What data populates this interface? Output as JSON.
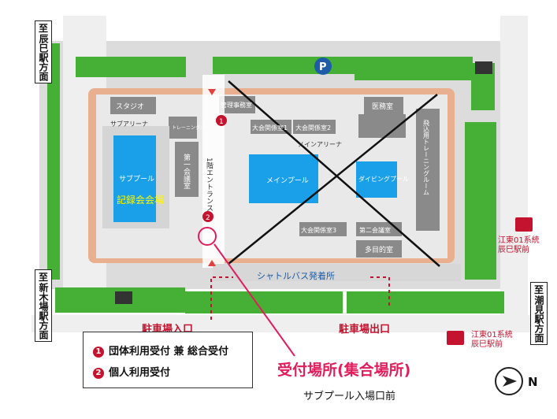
{
  "directions": {
    "top_left": [
      "至",
      "辰巳駅方面"
    ],
    "bottom_left": [
      "至",
      "新木場駅方面"
    ],
    "right": [
      "至",
      "潮見駅方面"
    ]
  },
  "rooms": {
    "studio": "スタジオ",
    "management": "管理事務室",
    "medical": "医務室",
    "sub_arena": "サブアリーナ",
    "training_room": "トレーニングルーム",
    "conference1_small": "第一会議室",
    "entrance": "1階エントランス",
    "meeting_room_1": "大会関係室1",
    "meeting_room_2": "大会関係室2",
    "main_arena": "メインアリーナ",
    "jump_training": "飛込用トレーニングルーム",
    "main_pool": "メインプール",
    "diving_pool": "ダイビングプール",
    "sub_pool": "サブプール",
    "record_venue": "記録会会場",
    "meeting_room_3": "大会関係室3",
    "conference2": "第二会議室",
    "multipurpose": "多目的室"
  },
  "labels": {
    "shuttle": "シャトルバス発着所",
    "parking_entrance": "駐車場入口",
    "parking_exit": "駐車場出口",
    "bus_stop_upper": [
      "江東01系統",
      "辰巳駅前"
    ],
    "bus_stop_lower": [
      "江東01系統",
      "辰巳駅前"
    ],
    "parking_mark": "P",
    "north": "N"
  },
  "markers": {
    "reception1": "1",
    "reception2": "2"
  },
  "legend": [
    {
      "num": "1",
      "text": "団体利用受付 兼 総合受付"
    },
    {
      "num": "2",
      "text": "個人利用受付"
    }
  ],
  "callout": {
    "title": "受付場所(集合場所)",
    "subtitle": "サブプール入場口前"
  },
  "colors": {
    "grass": "#45b035",
    "pool": "#1aa0e8",
    "wall": "#e9b08f",
    "floor": "#e9e9e9",
    "room": "#8a8a8a",
    "accent": "#c4132e",
    "callout": "#e11d5c",
    "parking_blue": "#1e5ca8"
  }
}
